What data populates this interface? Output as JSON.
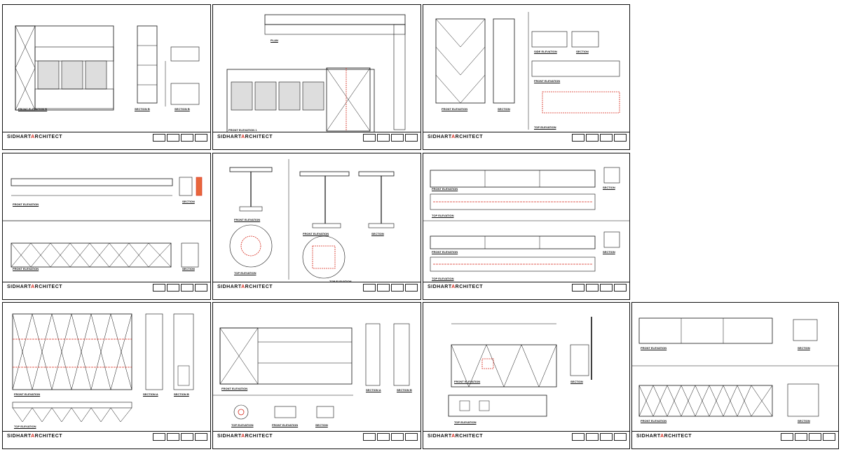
{
  "drawing_set": {
    "firm_logo_prefix": "SIDHART",
    "firm_logo_accent": "A",
    "firm_logo_suffix": "RCHITECT",
    "colors": {
      "line": "#111111",
      "accent_red": "#d62b1e"
    },
    "sheets": [
      {
        "id": "s1",
        "views": [
          "FRONT ELEVATION B",
          "SECTION B",
          "SECTION B"
        ]
      },
      {
        "id": "s2",
        "views": [
          "PLAN",
          "FRONT ELEVATION 1"
        ]
      },
      {
        "id": "s3",
        "views": [
          "FRONT ELEVATION",
          "SECTION",
          "SIDE ELEVATION",
          "SECTION",
          "FRONT ELEVATION",
          "TOP ELEVATION"
        ]
      },
      {
        "id": "s4",
        "views": [
          "FRONT ELEVATION",
          "SECTION",
          "FRONT ELEVATION",
          "SECTION"
        ]
      },
      {
        "id": "s5",
        "views": [
          "FRONT ELEVATION",
          "TOP ELEVATION",
          "FRONT ELEVATION",
          "SECTION",
          "TOP ELEVATION"
        ]
      },
      {
        "id": "s6",
        "views": [
          "FRONT ELEVATION",
          "SECTION",
          "TOP ELEVATION",
          "FRONT ELEVATION",
          "TOP ELEVATION",
          "SECTION"
        ]
      },
      {
        "id": "s7",
        "views": [
          "FRONT ELEVATION",
          "SECTION A",
          "SECTION B",
          "TOP ELEVATION"
        ]
      },
      {
        "id": "s8",
        "views": [
          "FRONT ELEVATION",
          "SECTION A",
          "SECTION B",
          "TOP ELEVATION",
          "FRONT ELEVATION",
          "SECTION"
        ]
      },
      {
        "id": "s9",
        "views": [
          "FRONT ELEVATION",
          "SECTION",
          "TOP ELEVATION"
        ]
      },
      {
        "id": "s10",
        "views": [
          "FRONT ELEVATION",
          "SECTION",
          "FRONT ELEVATION",
          "SECTION"
        ]
      }
    ]
  }
}
